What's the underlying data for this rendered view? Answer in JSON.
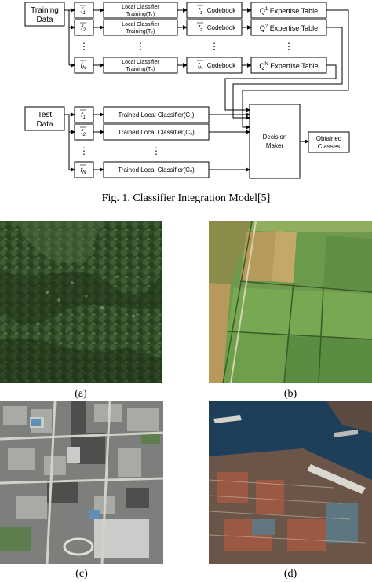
{
  "diagram": {
    "inputs": {
      "training": [
        "Training",
        "Data"
      ],
      "test": [
        "Test",
        "Data"
      ]
    },
    "feature_labels": [
      "f1",
      "f2",
      "fN"
    ],
    "feature_sub": [
      "1",
      "2",
      "N"
    ],
    "ellipsis": "⋮",
    "training_rows": [
      {
        "classifier": [
          "Local Classifier",
          "Training(T₁)"
        ],
        "codebook": "Codebook",
        "table_sup": "1",
        "table": "Expertise Table"
      },
      {
        "classifier": [
          "Local Classifier",
          "Training(T₂)"
        ],
        "codebook": "Codebook",
        "table_sup": "2",
        "table": "Expertise Table"
      },
      {
        "classifier": [
          "Local Classifier",
          "Training(Tₙ)"
        ],
        "codebook": "Codebook",
        "table_sup": "N",
        "table": "Expertise Table"
      }
    ],
    "test_rows": [
      {
        "classifier": "Trained Local Classifier(C₁)"
      },
      {
        "classifier": "Trained Local Classifier(C₂)"
      },
      {
        "classifier": "Trained Local Classifier(Cₙ)"
      }
    ],
    "decision": [
      "Decision",
      "Maker"
    ],
    "output": [
      "Obtained",
      "Classes"
    ]
  },
  "figure1_caption": "Fig. 1.   Classifier Integration Model[5]",
  "images": [
    {
      "label": "(a)",
      "kind": "forest"
    },
    {
      "label": "(b)",
      "kind": "farmland"
    },
    {
      "label": "(c)",
      "kind": "urban"
    },
    {
      "label": "(d)",
      "kind": "harbor"
    }
  ]
}
